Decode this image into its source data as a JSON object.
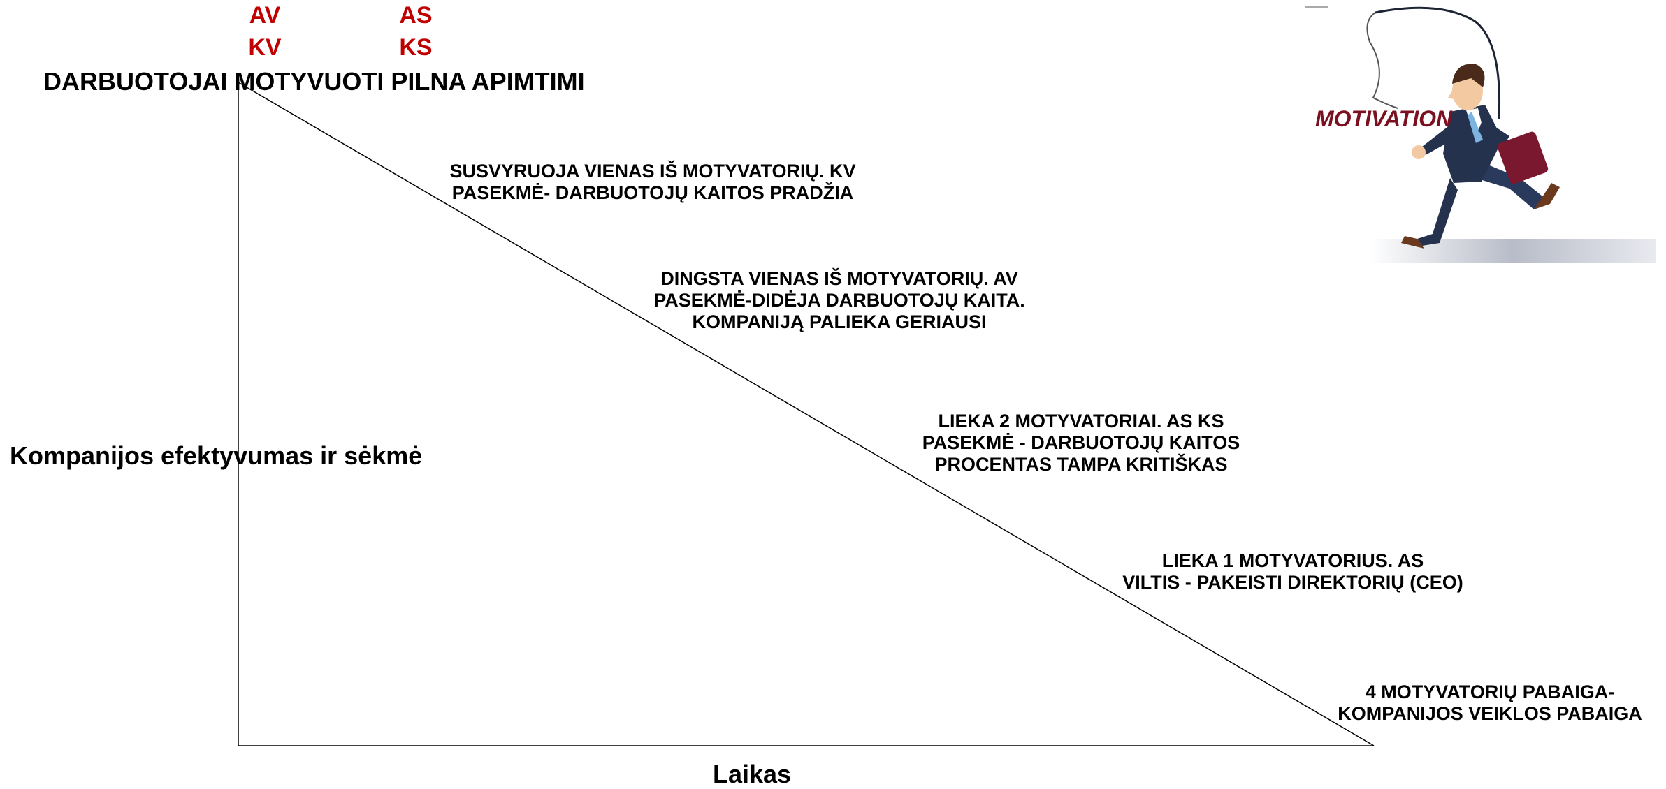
{
  "codes": {
    "col1": [
      "AV",
      "KV"
    ],
    "col2": [
      "AS",
      "KS"
    ],
    "color": "#c00000"
  },
  "top_title": "DARBUOTOJAI MOTYVUOTI PILNA APIMTIMI",
  "y_axis_label": "Kompanijos efektyvumas ir sėkmė",
  "x_axis_label": "Laikas",
  "stages": [
    {
      "lines": [
        "SUSVYRUOJA VIENAS IŠ MOTYVATORIŲ. KV",
        "PASEKMĖ- DARBUOTOJŲ KAITOS PRADŽIA"
      ]
    },
    {
      "lines": [
        "DINGSTA VIENAS IŠ MOTYVATORIŲ. AV",
        "PASEKMĖ-DIDĖJA DARBUOTOJŲ KAITA.",
        "KOMPANIJĄ PALIEKA GERIAUSI"
      ]
    },
    {
      "lines": [
        "LIEKA 2  MOTYVATORIAI. AS KS",
        "PASEKMĖ - DARBUOTOJŲ KAITOS",
        "PROCENTAS TAMPA KRITIŠKAS"
      ]
    },
    {
      "lines": [
        "LIEKA 1 MOTYVATORIUS. AS",
        "VILTIS - PAKEISTI DIREKTORIŲ (CEO)"
      ]
    },
    {
      "lines": [
        "4 MOTYVATORIŲ PABAIGA-",
        "KOMPANIJOS VEIKLOS PABAIGA"
      ]
    }
  ],
  "illustration": {
    "word": "MOTIVATION",
    "icon": "running-businessman-chasing-motivation-icon",
    "word_color": "#7a1020"
  }
}
